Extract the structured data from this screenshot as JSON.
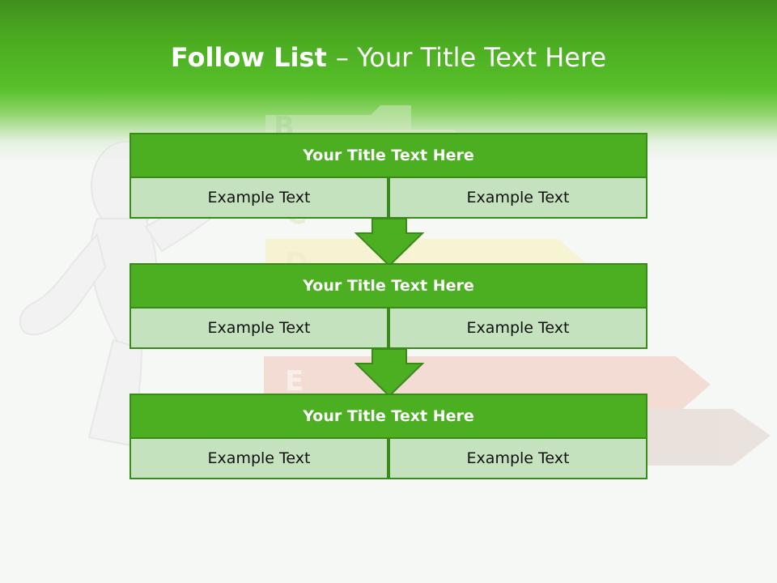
{
  "slide": {
    "title_bold": "Follow List ",
    "title_rest": " – Your Title Text Here"
  },
  "blocks": [
    {
      "title": "Your Title Text Here",
      "left": "Example Text",
      "right": "Example Text"
    },
    {
      "title": "Your Title Text Here",
      "left": "Example Text",
      "right": "Example Text"
    },
    {
      "title": "Your Title Text Here",
      "left": "Example Text",
      "right": "Example Text"
    }
  ],
  "background": {
    "rating_letters": [
      "B",
      "C",
      "D",
      "E"
    ]
  },
  "colors": {
    "header_green": "#4caf22",
    "cell_green": "#c4e2bd",
    "border_green": "#3a8a1a"
  }
}
